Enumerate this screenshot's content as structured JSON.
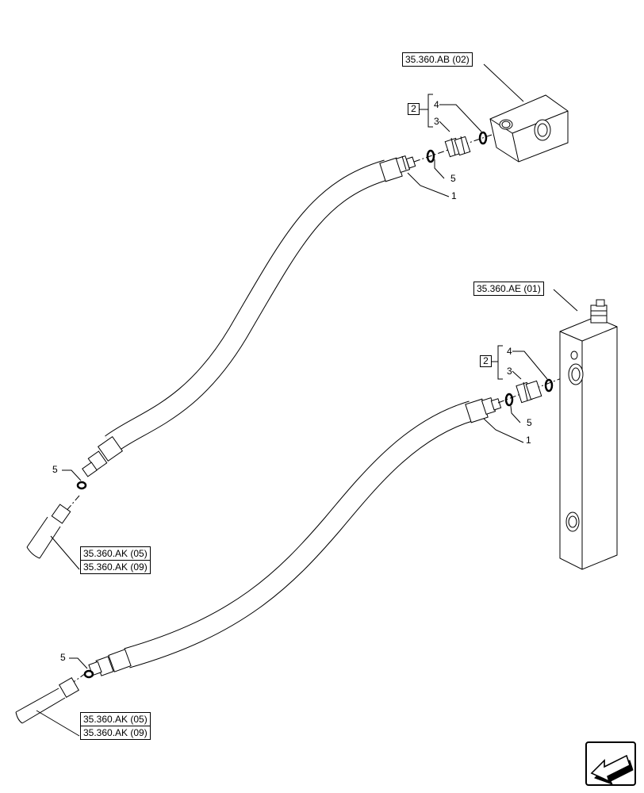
{
  "references": {
    "valve_top": "35.360.AB (02)",
    "valve_middle": "35.360.AE (01)",
    "upper_hose_end_a": "35.360.AK (05)",
    "upper_hose_end_b": "35.360.AK (09)",
    "lower_hose_end_a": "35.360.AK (05)",
    "lower_hose_end_b": "35.360.AK (09)"
  },
  "callouts": {
    "group_top": "2",
    "group_top_item_a": "4",
    "group_top_item_b": "3",
    "seal_top": "5",
    "hose_top": "1",
    "group_mid": "2",
    "group_mid_item_a": "4",
    "group_mid_item_b": "3",
    "seal_mid": "5",
    "hose_mid": "1",
    "seal_left_upper": "5",
    "seal_left_lower": "5"
  },
  "icons": {
    "navigation": "arrow-icon"
  }
}
